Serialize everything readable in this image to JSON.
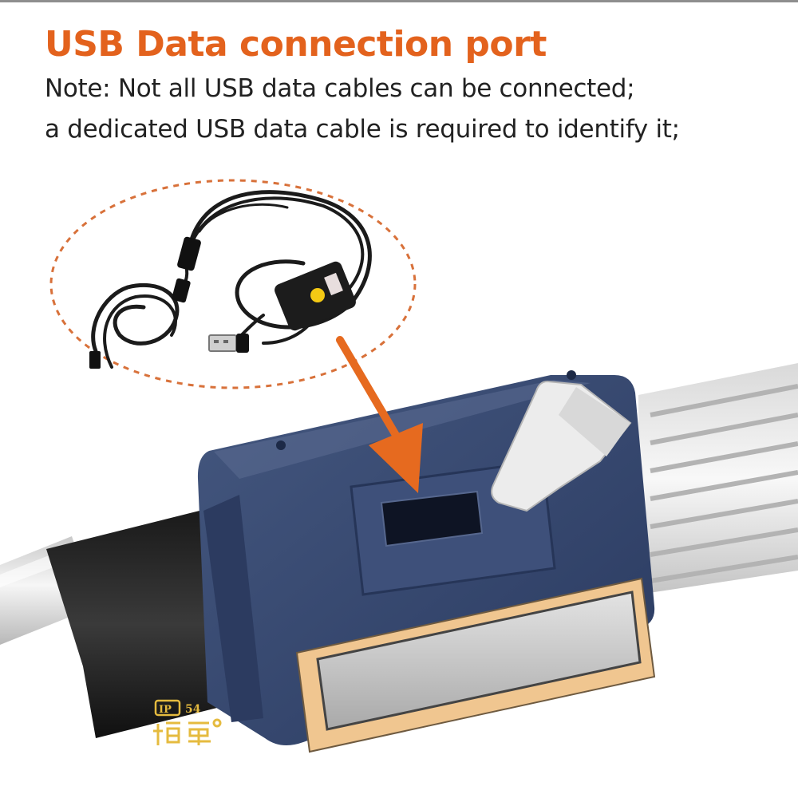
{
  "title": "USB Data connection port",
  "note_line_1": "Note: Not all USB data cables can be connected;",
  "note_line_2": "a dedicated USB data cable is required to identify it;",
  "badge_rating": "54",
  "colors": {
    "title": "#e3621d",
    "note_text": "#222222",
    "arrow": "#e66a1f",
    "dashed_outline": "#d8713a",
    "device_body": "#34466f",
    "label_text": "#e5bb3f"
  }
}
